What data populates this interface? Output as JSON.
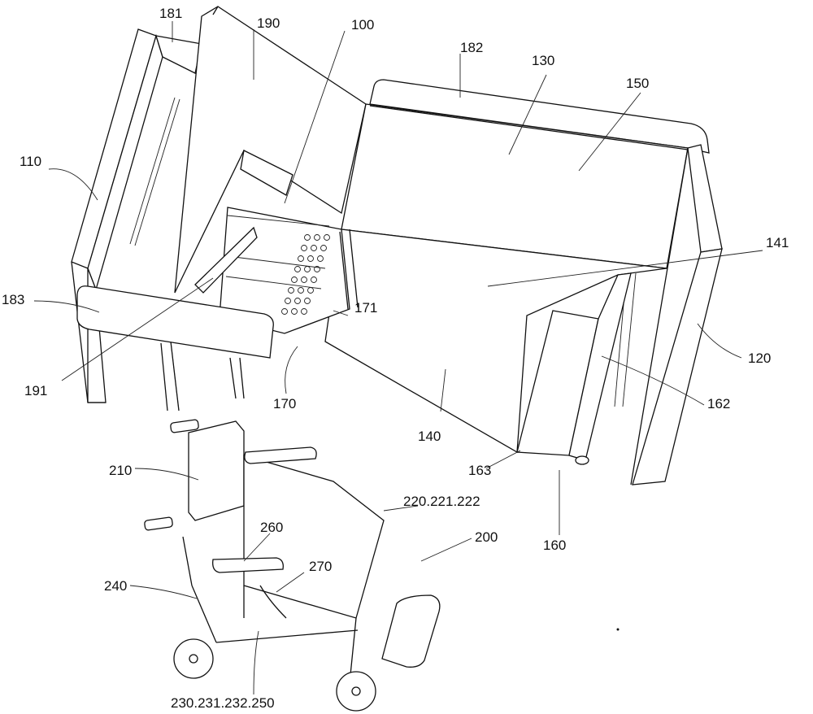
{
  "colors": {
    "stroke": "#111111",
    "background": "#ffffff"
  },
  "labels": {
    "l181": "181",
    "l190": "190",
    "l100": "100",
    "l182": "182",
    "l130": "130",
    "l150": "150",
    "l110": "110",
    "l141": "141",
    "l183": "183",
    "l171": "171",
    "l120": "120",
    "l191": "191",
    "l170": "170",
    "l162": "162",
    "l140": "140",
    "l210": "210",
    "l163": "163",
    "l220": "220.221.222",
    "l200": "200",
    "l160": "160",
    "l260": "260",
    "l270": "270",
    "l240": "240",
    "l230": "230.231.232.250"
  }
}
